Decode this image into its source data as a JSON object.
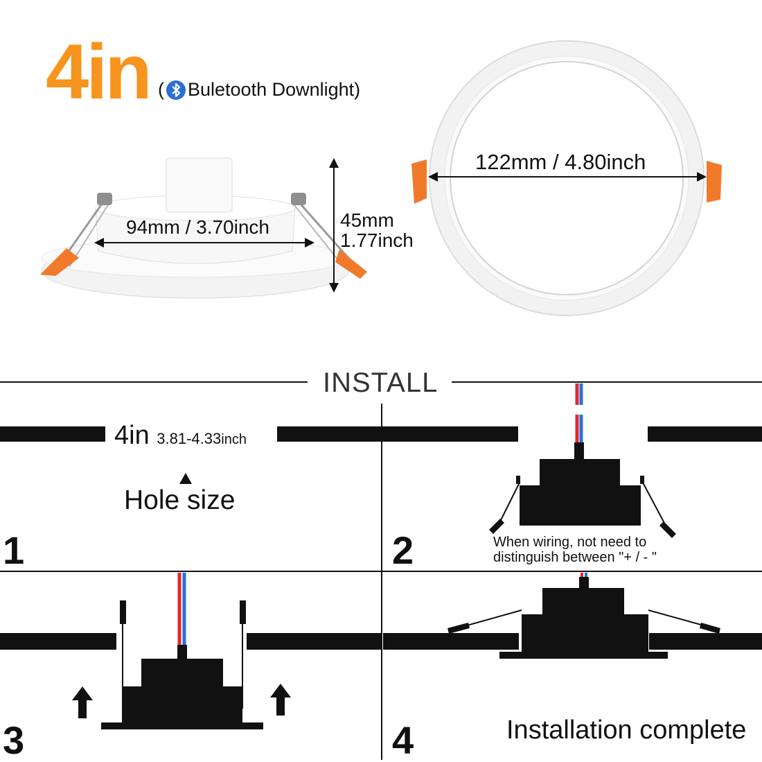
{
  "header": {
    "size": "4in",
    "subtitle_open": "(",
    "subtitle_text": "Buletooth Downlight)",
    "icon": "bluetooth-icon"
  },
  "dimensions": {
    "diameter": "94mm / 3.70inch",
    "height_mm": "45mm",
    "height_inch": "1.77inch",
    "trim_diameter": "122mm / 4.80inch"
  },
  "install": {
    "title": "INSTALL",
    "hole_main": "4in",
    "hole_range": "3.81-4.33",
    "hole_unit": "inch",
    "hole_caption": "Hole size",
    "wiring_note_line1": "When wiring, not need to",
    "wiring_note_line2": "distinguish between \"+ / - \"",
    "complete_text": "Installation complete",
    "steps": [
      "1",
      "2",
      "3",
      "4"
    ]
  },
  "colors": {
    "accent": "#f7941d",
    "wire_red": "#e0282f",
    "wire_blue": "#2b6fd6",
    "clip_orange": "#f07a2a"
  }
}
